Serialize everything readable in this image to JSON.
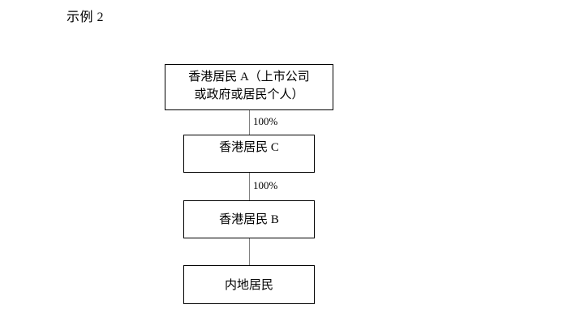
{
  "title": "示例 2",
  "chart_data": {
    "type": "diagram",
    "title": "示例 2",
    "nodes": [
      {
        "id": "a",
        "label": "香港居民 A（上市公司\n或政府或居民个人）"
      },
      {
        "id": "c",
        "label": "香港居民 C"
      },
      {
        "id": "b",
        "label": "香港居民 B"
      },
      {
        "id": "ml",
        "label": "内地居民"
      }
    ],
    "edges": [
      {
        "from": "a",
        "to": "c",
        "label": "100%"
      },
      {
        "from": "c",
        "to": "b",
        "label": "100%"
      },
      {
        "from": "b",
        "to": "ml",
        "label": ""
      }
    ],
    "orientation": "vertical",
    "box_border_color": "#000000",
    "connector_color": "#7f7f7f",
    "background": "#ffffff"
  }
}
